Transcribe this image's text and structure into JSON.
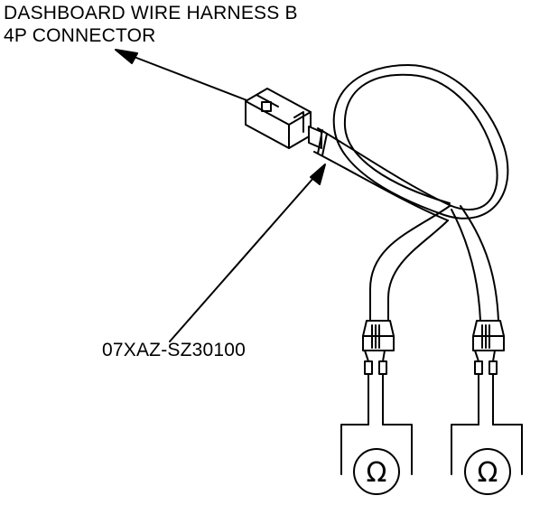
{
  "callouts": {
    "connector_line1": "DASHBOARD WIRE HARNESS B",
    "connector_line2": "4P CONNECTOR",
    "tool_part_number": "07XAZ-SZ30100"
  },
  "meters": [
    {
      "symbol": "Ω"
    },
    {
      "symbol": "Ω"
    }
  ],
  "colors": {
    "line": "#000000",
    "background": "#ffffff"
  }
}
